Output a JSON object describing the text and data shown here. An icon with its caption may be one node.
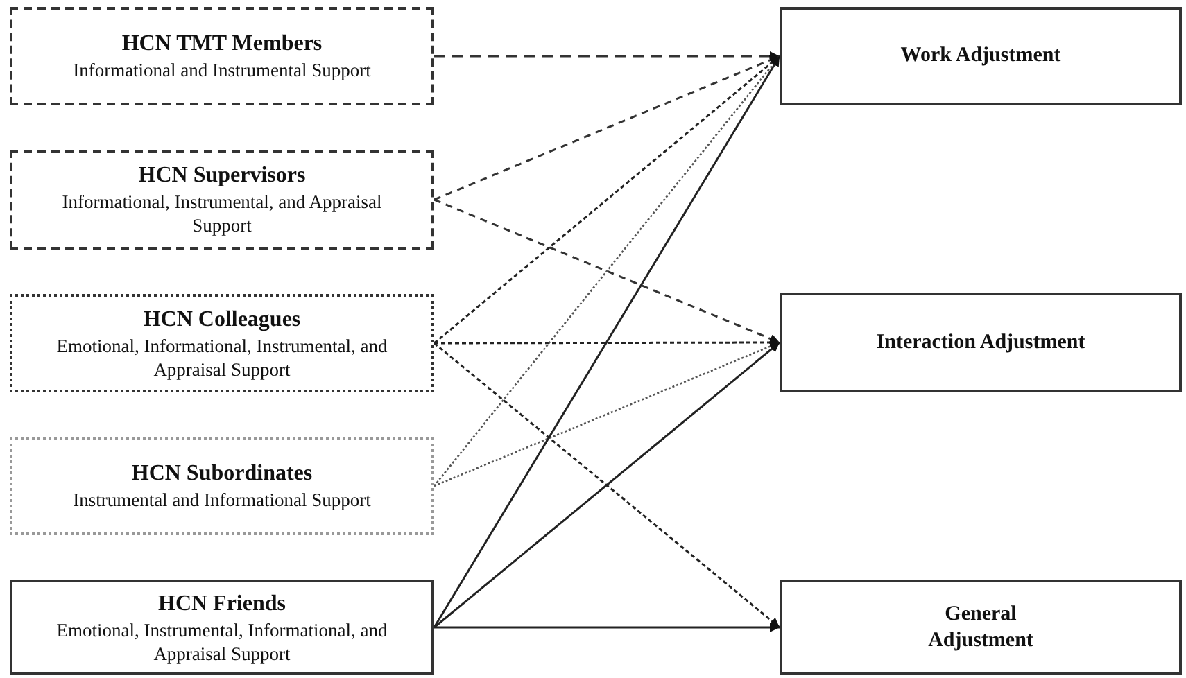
{
  "diagram": {
    "nodes": [
      {
        "text": [
          "HCN TMT Members",
          "Informational and Instrumental Support"
        ]
      },
      {
        "text": [
          "HCN Supervisors",
          "Informational, Instrumental, and Appraisal Support"
        ]
      },
      {
        "text": [
          "HCN Colleagues",
          "Emotional, Informational, Instrumental, and Appraisal Support"
        ]
      },
      {
        "text": [
          "HCN Subordinates",
          "Instrumental and Informational Support"
        ]
      },
      {
        "text": [
          "HCN Friends",
          "Emotional, Instrumental, Informational, and Appraisal Support"
        ]
      },
      {
        "text": [
          "Work Adjustment"
        ]
      },
      {
        "text": [
          "Interaction Adjustment"
        ]
      },
      {
        "text": [
          "General Adjustment"
        ]
      }
    ],
    "edges": [
      {
        "from": 0,
        "to": 5,
        "arrow": "to",
        "style": "dashed"
      },
      {
        "from": 1,
        "to": 5,
        "arrow": "to",
        "style": "dashed"
      },
      {
        "from": 1,
        "to": 6,
        "arrow": "to",
        "style": "dashed"
      },
      {
        "from": 2,
        "to": 5,
        "arrow": "to",
        "style": "dashed"
      },
      {
        "from": 2,
        "to": 6,
        "arrow": "to",
        "style": "dashed"
      },
      {
        "from": 2,
        "to": 7,
        "arrow": "to",
        "style": "dashed"
      },
      {
        "from": 3,
        "to": 5,
        "arrow": "to",
        "style": "dashed"
      },
      {
        "from": 3,
        "to": 6,
        "arrow": "to",
        "style": "dashed"
      },
      {
        "from": 4,
        "to": 5,
        "arrow": "to"
      },
      {
        "from": 4,
        "to": 6,
        "arrow": "to"
      },
      {
        "from": 4,
        "to": 7,
        "arrow": "to"
      }
    ]
  }
}
